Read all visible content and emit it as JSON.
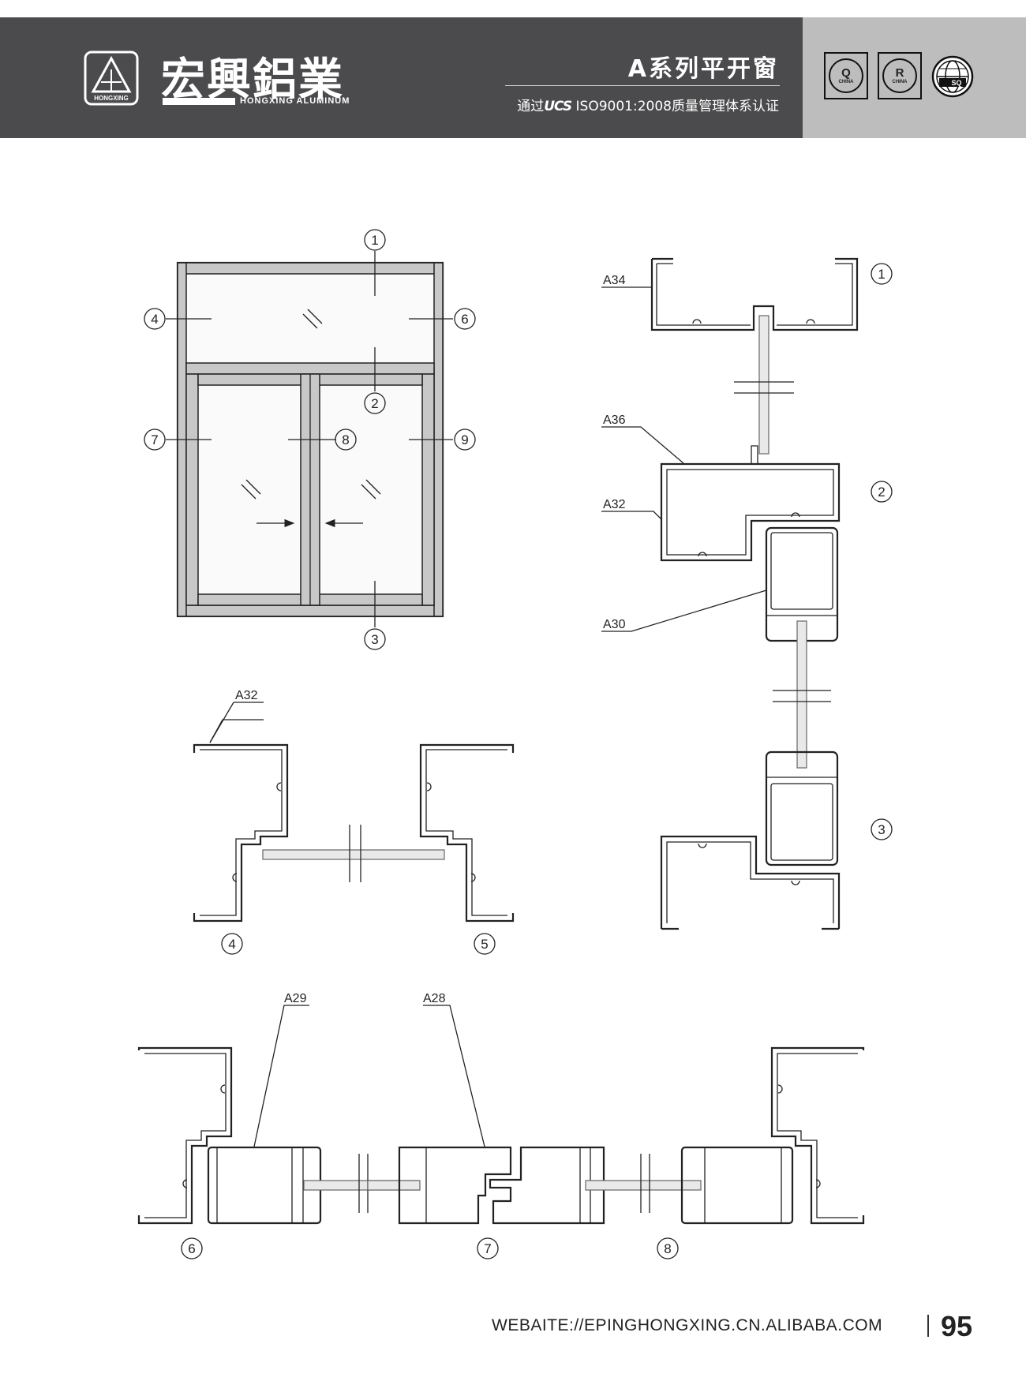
{
  "header": {
    "brand_name": "宏興鋁業",
    "brand_sub": "HONGXING ALUMINUM",
    "logo_caption": "HONGXING",
    "series_title": "A系列平开窗",
    "cert_prefix": "通过",
    "cert_mark": "UCS",
    "cert_text": "ISO9001:2008质量管理体系认证",
    "badges": [
      {
        "letter": "Q",
        "caption": "CHINA"
      },
      {
        "letter": "R",
        "caption": "CHINA"
      },
      {
        "letter": "",
        "caption": "SQ"
      }
    ]
  },
  "elevation": {
    "callouts": [
      "1",
      "2",
      "3",
      "4",
      "6",
      "7",
      "8",
      "9"
    ]
  },
  "sections": {
    "codes": {
      "a34": "A34",
      "a36": "A36",
      "a32_right": "A32",
      "a30": "A30",
      "a32_left": "A32",
      "a29": "A29",
      "a28": "A28"
    },
    "markers": {
      "s1": "1",
      "s2": "2",
      "s3": "3",
      "s4": "4",
      "s5": "5",
      "s6": "6",
      "s7": "7",
      "s8": "8"
    }
  },
  "footer": {
    "url": "WEBAITE://EPINGHONGXING.CN.ALIBABA.COM",
    "page": "95"
  }
}
